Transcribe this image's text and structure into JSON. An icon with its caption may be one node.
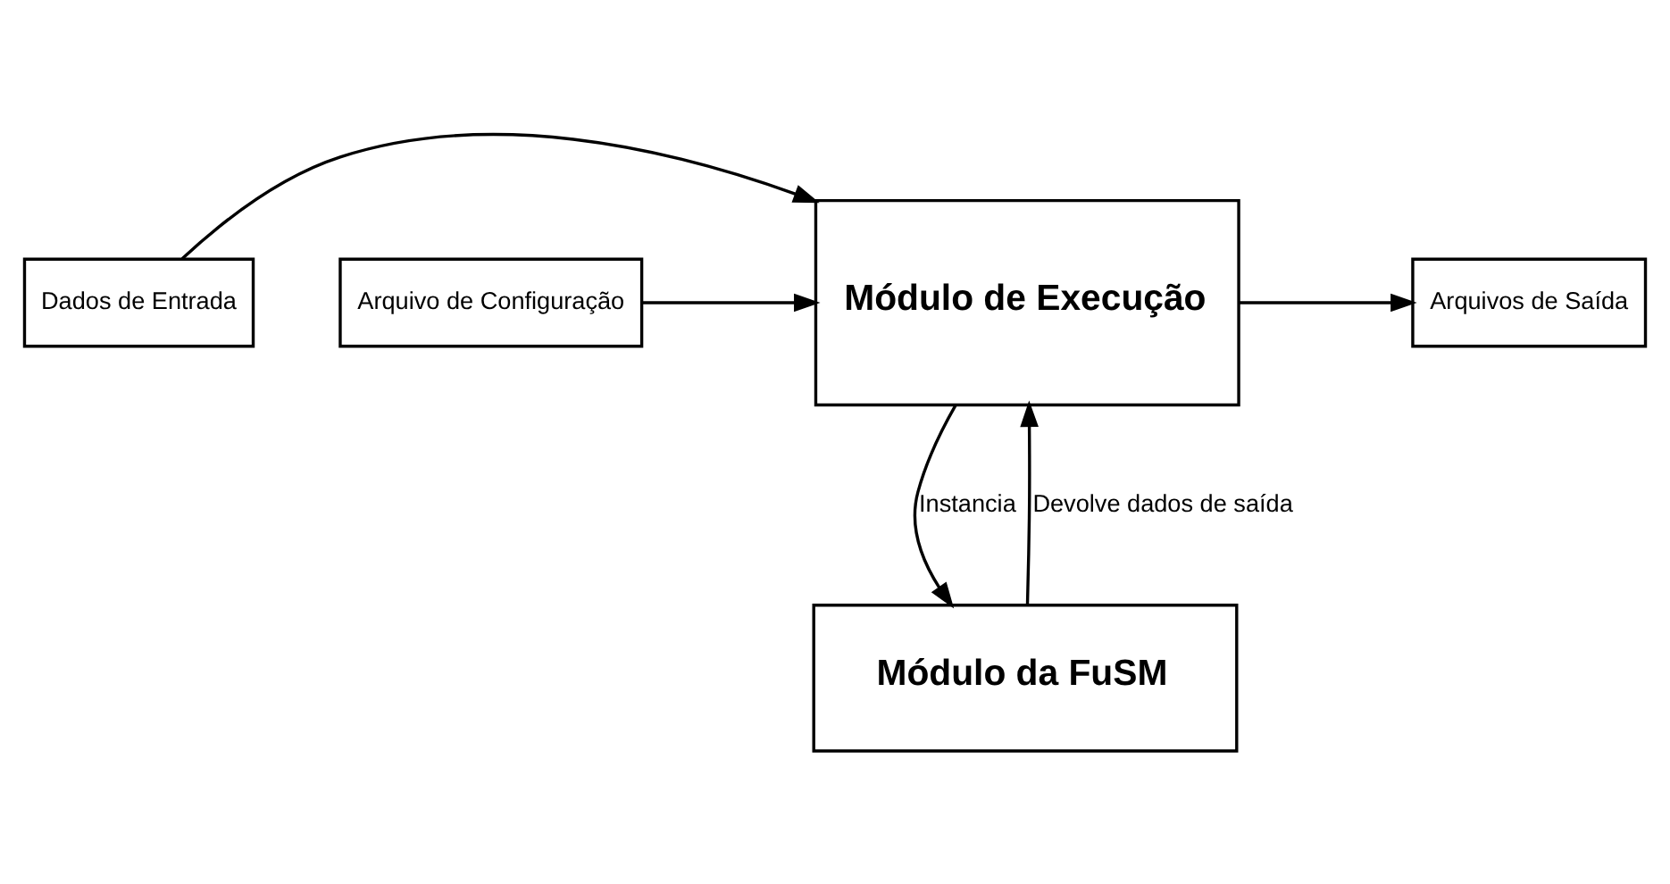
{
  "diagram": {
    "nodes": [
      {
        "text": [
          "Dados de Entrada"
        ]
      },
      {
        "text": [
          "Arquivo de Configuração"
        ]
      },
      {
        "text": [
          "Módulo de Execução"
        ]
      },
      {
        "text": [
          "Arquivos de Saída"
        ]
      },
      {
        "text": [
          "Módulo da FuSM"
        ]
      }
    ],
    "edges": [
      {
        "from": 0,
        "to": 2,
        "arrow": "to"
      },
      {
        "from": 1,
        "to": 2,
        "arrow": "to"
      },
      {
        "from": 2,
        "to": 3,
        "arrow": "to"
      },
      {
        "from": 2,
        "to": 4,
        "arrow": "to",
        "label": "Instancia"
      },
      {
        "from": 4,
        "to": 2,
        "arrow": "to",
        "label": "Devolve dados de saída"
      }
    ]
  }
}
